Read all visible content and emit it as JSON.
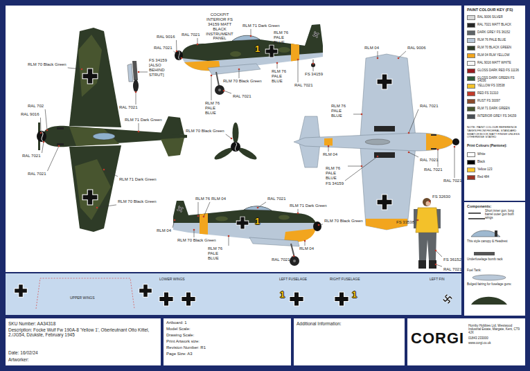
{
  "diagram": {
    "nodes": [
      {
        "text": [
          "PAINT COLOUR KEY (FS)",
          "NOTE: PAINT COLOUR REFERENCE TAKEN FROM FEDERAL STANDARD SWATCH BOOK MATT FINISH UNLESS OTHERWISE STATED",
          "Print Colours (Pantone):"
        ]
      },
      {
        "text": [
          "Components:",
          "Short inner gun, long barrel outer gun both wings",
          "This style canopy & Headrest",
          "Underfuselage bomb rack",
          "Fuel Tank:",
          "Bulged fairing for fuselage guns:"
        ]
      },
      {
        "text": [
          "UPPER WINGS",
          "LOWER WINGS",
          "LEFT FUSELAGE",
          "1",
          "RIGHT FUSELAGE",
          "1",
          "LEFT FIN"
        ]
      },
      {
        "text": [
          "SKU Number: AA34318",
          "Description: Focke Wulf Fw 190A-8 'Yellow 1', Oberleutnant Otto Kittel, 2./JG54, Dzukste, February 1945",
          "Date: 16/02/24",
          "Artworker:"
        ]
      },
      {
        "text": [
          "Artboard: 1",
          "Model Scale:",
          "Drawing Scale:",
          "Print Artwork size:",
          "Revision Number: R1",
          "Page Size: A3"
        ]
      },
      {
        "text": [
          "Additional Information:"
        ]
      },
      {
        "text": [
          "CORGI",
          "Hornby Hobbies Ltd, Westwood Industrial Estate, Margate, Kent, CT9 4JX",
          "01843 233000",
          "www.corgi.co.uk"
        ]
      }
    ],
    "labels": [
      "COCKPIT INTERIOR FS 34159 MATT BLACK INSTRUMENT PANEL",
      "RLM 71 Dark Green",
      "RLM 76 PALE BLUE",
      "RAL 9016",
      "RAL 7021",
      "FS 34159 [ALSO BEHIND STRUT]",
      "RAL 7021",
      "RLM 76 PALE BLUE",
      "FS 34159",
      "RLM 70 Black Green",
      "RAL 7021",
      "RAL 7021",
      "RAL 7021",
      "RLM 76 PALE BLUE",
      "RLM 70 Black Green",
      "RAL 702",
      "RAL 9016",
      "RAL 7021",
      "RAL 7021",
      "RLM 71 Dark Green",
      "RLM 70 Black Green",
      "RLM 71 Dark Green",
      "RLM 70 Black Green",
      "RLM 04",
      "RAL 9006",
      "RLM 76 PALE BLUE",
      "RAL 7021",
      "RLM 04",
      "RLM 76 PALE BLUE",
      "RAL 7021",
      "RAL 7021",
      "FS 34159",
      "FS 32630",
      "RAL 7021",
      "FS 33538",
      "FS 36152",
      "RAL 7021",
      "RLM 76",
      "RLM 04",
      "RAL 7021",
      "RLM 71 Dark Green",
      "RLM 70 Black Green",
      "RLM 04",
      "RLM 70 Black Green",
      "RLM 76 PALE BLUE",
      "RLM 04",
      "RAL 7021",
      "1",
      "1"
    ],
    "legend": [
      {
        "text": "RAL 9006 SILVER",
        "color": "#d8d8d8"
      },
      {
        "text": "RAL 7021 MATT BLACK",
        "color": "#262626"
      },
      {
        "text": "DARK GREY FS 36152",
        "color": "#5f6468"
      },
      {
        "text": "RLM 76 PALE BLUE",
        "color": "#b9c8d8"
      },
      {
        "text": "RLM 70 BLACK GREEN",
        "color": "#2e3b27"
      },
      {
        "text": "RLM 04 RLM YELLOW",
        "color": "#f2a51e"
      },
      {
        "text": "RAL 9016 MATT WHITE",
        "color": "#f7f7f7"
      },
      {
        "text": "GLOSS DARK RED FS 11136",
        "color": "#9b1c1f"
      },
      {
        "text": "GLOSS DARK GREEN FS 14036",
        "color": "#2f5a3a"
      },
      {
        "text": "YELLOW FS 33538",
        "color": "#f3c12a"
      },
      {
        "text": "RED FS 31310",
        "color": "#c23a2a"
      },
      {
        "text": "RUST FS 30097",
        "color": "#8a4a2c"
      },
      {
        "text": "RLM 71 DARK GREEN",
        "color": "#48552f"
      },
      {
        "text": "INTERIOR GREY FS 34159",
        "color": "#4a4f55"
      },
      {
        "text": "White",
        "color": "#ffffff"
      },
      {
        "text": "Black",
        "color": "#000000"
      },
      {
        "text": "Yellow 123",
        "color": "#ffc72c"
      },
      {
        "text": "Red 484",
        "color": "#9a3324"
      }
    ]
  }
}
